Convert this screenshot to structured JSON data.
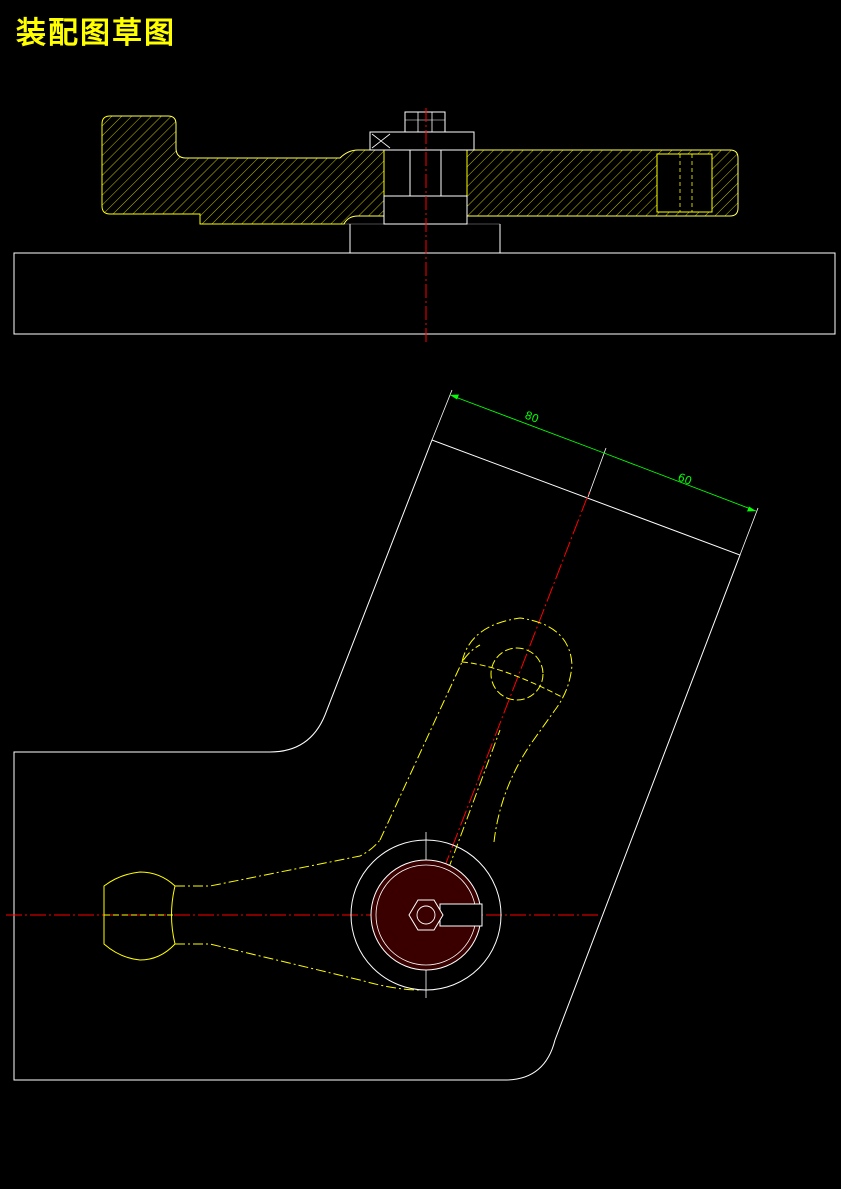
{
  "title": "装配图草图",
  "dimensions": {
    "dim_a": "80",
    "dim_b": "60"
  },
  "colors": {
    "background": "#000000",
    "outline": "#ffffff",
    "part": "#ffff00",
    "hatch": "#ffff00",
    "centerline": "#ff0000",
    "dimension": "#00ff00",
    "fill_section": "#3a0000"
  }
}
